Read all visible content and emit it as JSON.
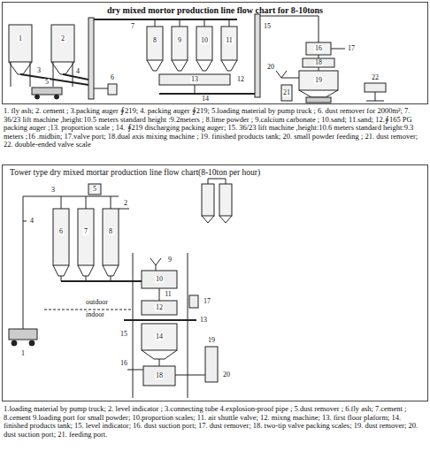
{
  "diagram": {
    "nodes": [
      {
        "text": [
          "dry mixed mortor production line flow chart for 8-10tons"
        ]
      },
      {
        "text": [
          "Tower type dry mixed mortar production line flow chart(8-10ton per hour)"
        ]
      }
    ],
    "labels": [
      "1",
      "2",
      "3",
      "4",
      "5",
      "6",
      "7",
      "8",
      "9",
      "10",
      "11",
      "12",
      "13",
      "14",
      "15",
      "16",
      "17",
      "18",
      "19",
      "20",
      "21",
      "22",
      "1. fly ash; 2. cement ; 3.packing auger ∮219; 4. packing auger ∮219; 5.loading material by pump truck ; 6. dust remover for 2000m²; 7. 36/23 lift machine ,height:10.5 meters standard height :9.2meters ; 8.lime powder ; 9.calcium carbonate ; 10.sand; 11.sand; 12.∮165 PG packing auger ;13. proportion scale ; 14. ∮219 discharging packing auger; 15. 36/23 lift machine ,height:10.6 meters standard height:9.3 meters ;16 .midbin; 17.valve port; 18.dual axis mixing machine ; 19. finished products tank; 20. small powder feeding ; 21. dust remover; 22. double-ended valve scale",
      "1",
      "2",
      "3",
      "4",
      "5",
      "6",
      "7",
      "8",
      "9",
      "10",
      "11",
      "12",
      "13",
      "14",
      "15",
      "16",
      "17",
      "18",
      "19",
      "20",
      "outdoor",
      "indoor",
      "1.loading material by pump truck; 2. level indicator ; 3.connecting tube 4.explosion-proof pipe ; 5.dust remover ; 6.fly ash; 7.cement ; 8.cement 9.loading port for small powder; 10.proportion scales; 11. air shuttle valve; 12. mixng machine; 13. first floor plaform; 14. finished products tank; 15. level indicator; 16. dust suction port; 17. dust remover; 18. two-tip valve packing scales; 19. dust remover; 20. dust suction port; 21. feeding port."
    ]
  }
}
